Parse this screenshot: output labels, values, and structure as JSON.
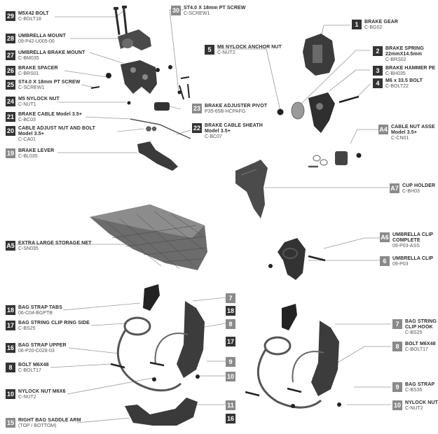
{
  "callouts": [
    {
      "id": "29",
      "line1": "M5X42 BOLT",
      "line2": "C-BOLT18"
    },
    {
      "id": "28",
      "line1": "UMBRELLA MOUNT",
      "line2": "09-P42-U005-00"
    },
    {
      "id": "27",
      "line1": "UMBRELLA BRAKE MOUNT",
      "line2": "C-BM035"
    },
    {
      "id": "26",
      "line1": "BRAKE SPACER",
      "line2": "C-BRS01"
    },
    {
      "id": "25",
      "line1": "ST4.0 X 18mm PT SCREW",
      "line2": "C-SCREW1"
    },
    {
      "id": "24",
      "line1": "M5 NYLOCK NUT",
      "line2": "C-NUT1"
    },
    {
      "id": "21",
      "line1": "BRAKE CABLE Model 3.5+",
      "line2": "C-BC03"
    },
    {
      "id": "20",
      "line1": "CABLE ADJUST NUT AND BOLT",
      "line2": "Model 3.5+",
      "line3": "C-CA01"
    },
    {
      "id": "19",
      "line1": "BRAKE LEVER",
      "line2": "C-BL035"
    },
    {
      "id": "30",
      "line1": "ST4.0 X 18mm PT SCREW",
      "line2": "C-SCREW1"
    },
    {
      "id": "5",
      "line1": "M6 NYLOCK ANCHOR NUT",
      "line2": "C-NUT2"
    },
    {
      "id": "23",
      "line1": "BRAKE ADJUSTER PIVOT",
      "line2": "P35-65B-HCPAFG"
    },
    {
      "id": "22",
      "line1": "BRAKE CABLE SHEATH",
      "line2": "Model 3.5+",
      "line3": "C-BC07"
    },
    {
      "id": "1",
      "line1": "BRAKE GEAR",
      "line2": "C-BG02"
    },
    {
      "id": "2",
      "line1": "BRAKE SPRING",
      "line2": "22mmX14.5mm",
      "line3": "C-BRS02"
    },
    {
      "id": "3",
      "line1": "BRAKE HAMMER PE",
      "line2": "C-BH035"
    },
    {
      "id": "4",
      "line1": "M6 x 33.5 BOLT",
      "line2": "C-BOLT22"
    },
    {
      "id": "A4",
      "line1": "CABLE NUT ASSE",
      "line2": "Model 3.5+",
      "line3": "C-CN01"
    },
    {
      "id": "A7",
      "line1": "CUP HOLDER",
      "line2": "C-BH03"
    },
    {
      "id": "A5",
      "line1": "EXTRA LARGE STORAGE NET",
      "line2": "C-SN035"
    },
    {
      "id": "A6",
      "line1": "UMBRELLA CLIP",
      "line2": "COMPLETE",
      "line3": "09-P03-ASS"
    },
    {
      "id": "6",
      "line1": "UMBRELLA CLIP",
      "line2": "09-P03"
    },
    {
      "id": "18",
      "line1": "BAG STRAP TABS",
      "line2": "06-C04-BGPTB"
    },
    {
      "id": "17",
      "line1": "BAG STRING CLIP RING SIDE",
      "line2": "C-BS25"
    },
    {
      "id": "16",
      "line1": "BAG STRAP UPPER",
      "line2": "06-P20-C028-03"
    },
    {
      "id": "8",
      "line1": "BOLT M6X48",
      "line2": "C-BOLT17"
    },
    {
      "id": "10",
      "line1": "NYLOCK NUT M6X6",
      "line2": "C-NUT2"
    },
    {
      "id": "15",
      "line1": "RIGHT BAG SADDLE ARM",
      "line2": "(TOP / BOTTOM)"
    },
    {
      "id": "7",
      "line1": "BAG STRING",
      "line2": "CLIP HOOK",
      "line3": "C-BS25"
    },
    {
      "id": "8",
      "line1": "BOLT M6X48",
      "line2": "C-BOLT17"
    },
    {
      "id": "9",
      "line1": "BAG STRAP",
      "line2": "C-BS35"
    },
    {
      "id": "10",
      "line1": "NYLOCK NUT",
      "line2": "C-NUT2"
    }
  ],
  "number_tags": [
    "7",
    "18",
    "8",
    "17",
    "9",
    "10",
    "11",
    "16"
  ]
}
